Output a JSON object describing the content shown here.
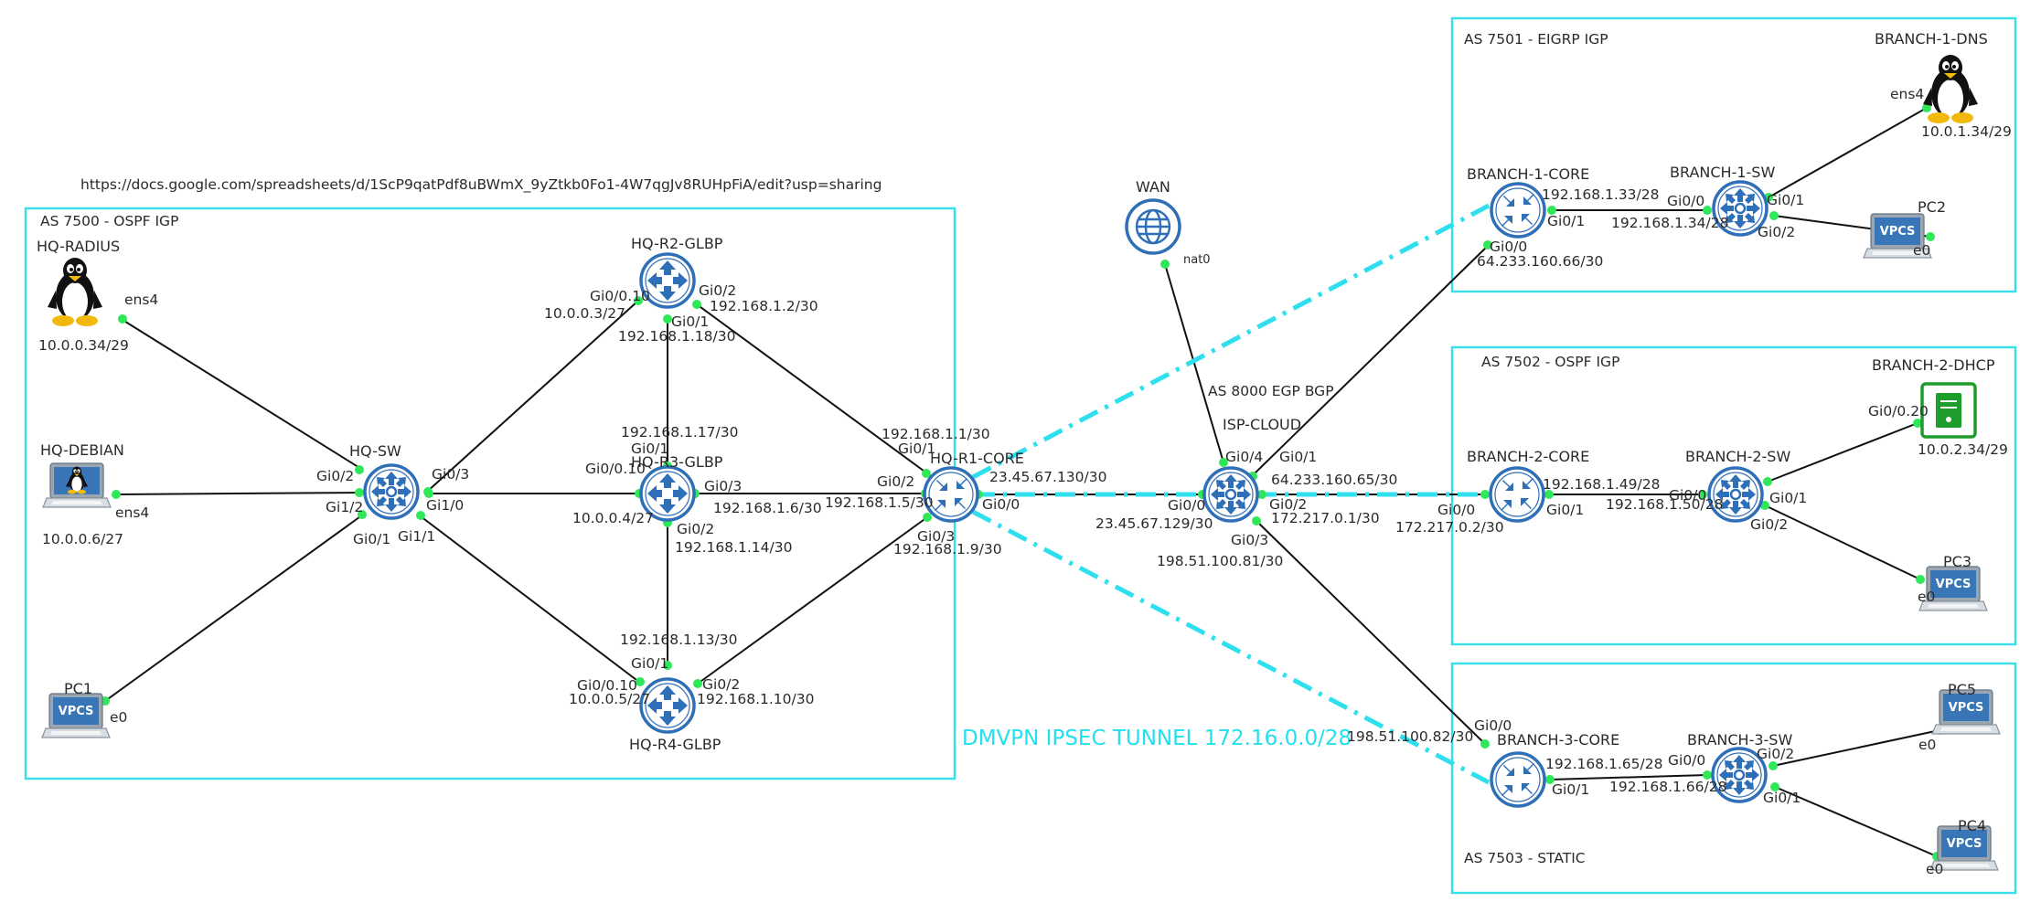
{
  "url": "https://docs.google.com/spreadsheets/d/1ScP9qatPdf8uBWmX_9yZtkb0Fo1-4W7qgJv8RUHpFiA/edit?usp=sharing",
  "tunnel_label": "DMVPN IPSEC TUNNEL 172.16.0.0/28",
  "areas": {
    "hq": "AS 7500 - OSPF IGP",
    "b1": "AS 7501 - EIGRP IGP",
    "b2": "AS 7502 - OSPF IGP",
    "b3": "AS 7503 - STATIC",
    "isp": "AS 8000 EGP BGP"
  },
  "nodes": {
    "hq_radius": "HQ-RADIUS",
    "hq_debian": "HQ-DEBIAN",
    "pc1": "PC1",
    "hq_sw": "HQ-SW",
    "hq_r2": "HQ-R2-GLBP",
    "hq_r3": "HQ-R3-GLBP",
    "hq_r4": "HQ-R4-GLBP",
    "hq_r1": "HQ-R1-CORE",
    "wan": "WAN",
    "isp": "ISP-CLOUD",
    "b1_core": "BRANCH-1-CORE",
    "b1_sw": "BRANCH-1-SW",
    "b1_dns": "BRANCH-1-DNS",
    "pc2": "PC2",
    "b2_core": "BRANCH-2-CORE",
    "b2_sw": "BRANCH-2-SW",
    "b2_dhcp": "BRANCH-2-DHCP",
    "pc3": "PC3",
    "b3_core": "BRANCH-3-CORE",
    "b3_sw": "BRANCH-3-SW",
    "pc4": "PC4",
    "pc5": "PC5",
    "vpcs": "VPCS"
  },
  "labels": {
    "radius_ens4": "ens4",
    "radius_ip": "10.0.0.34/29",
    "debian_ens4": "ens4",
    "debian_ip": "10.0.0.6/27",
    "pc1_e0": "e0",
    "sw_g02": "Gi0/2",
    "sw_g12": "Gi1/2",
    "sw_g01": "Gi0/1",
    "sw_g03": "Gi0/3",
    "sw_g10": "Gi1/0",
    "sw_g11": "Gi1/1",
    "r2_g010": "Gi0/0.10",
    "r2_ip1": "10.0.0.3/27",
    "r2_g02": "Gi0/2",
    "r2_ip2": "192.168.1.2/30",
    "r2_g01": "Gi0/1",
    "r2_ip3": "192.168.1.18/30",
    "r3_ip_up": "192.168.1.17/30",
    "r3_g01": "Gi0/1",
    "r3_g010": "Gi0/0.10",
    "r3_ip1": "10.0.0.4/27",
    "r3_g03": "Gi0/3",
    "r3_ip2": "192.168.1.6/30",
    "r3_g02": "Gi0/2",
    "r3_ip3": "192.168.1.14/30",
    "r4_ip_up": "192.168.1.13/30",
    "r4_g01": "Gi0/1",
    "r4_g010": "Gi0/0.10",
    "r4_ip1": "10.0.0.5/27",
    "r4_g02": "Gi0/2",
    "r4_ip2": "192.168.1.10/30",
    "r1_ip_r2": "192.168.1.1/30",
    "r1_g01": "Gi0/1",
    "r1_g02": "Gi0/2",
    "r1_ip_r3": "192.168.1.5/30",
    "r1_g03": "Gi0/3",
    "r1_ip_r4": "192.168.1.9/30",
    "r1_g00": "Gi0/0",
    "r1_wan_ip": "23.45.67.130/30",
    "wan_nat0": "nat0",
    "isp_g04": "Gi0/4",
    "isp_g01": "Gi0/1",
    "isp_g00": "Gi0/0",
    "isp_ip_r1": "23.45.67.129/30",
    "isp_ip_b1": "64.233.160.65/30",
    "isp_g02": "Gi0/2",
    "isp_ip_b2": "172.217.0.1/30",
    "isp_g03": "Gi0/3",
    "isp_ip_b3": "198.51.100.81/30",
    "b1c_ip_lan": "192.168.1.33/28",
    "b1c_g01": "Gi0/1",
    "b1c_g00": "Gi0/0",
    "b1c_ip_wan": "64.233.160.66/30",
    "b1sw_g00": "Gi0/0",
    "b1sw_ip": "192.168.1.34/28",
    "b1sw_g01": "Gi0/1",
    "b1sw_g02": "Gi0/2",
    "dns_ens4": "ens4",
    "dns_ip": "10.0.1.34/29",
    "pc2_e0": "e0",
    "b2c_g00": "Gi0/0",
    "b2c_ip_wan": "172.217.0.2/30",
    "b2c_ip_lan": "192.168.1.49/28",
    "b2c_g01": "Gi0/1",
    "b2sw_g00": "Gi0/0",
    "b2sw_ip": "192.168.1.50/28",
    "b2sw_g01": "Gi0/1",
    "b2sw_g02": "Gi0/2",
    "dhcp_g020": "Gi0/0.20",
    "dhcp_ip": "10.0.2.34/29",
    "pc3_e0": "e0",
    "b3c_g00": "Gi0/0",
    "b3c_ip_wan": "198.51.100.82/30",
    "b3c_ip_lan": "192.168.1.65/28",
    "b3c_g01": "Gi0/1",
    "b3sw_g00": "Gi0/0",
    "b3sw_ip": "192.168.1.66/28",
    "b3sw_g02": "Gi0/2",
    "b3sw_g01": "Gi0/1",
    "pc5_e0": "e0",
    "pc4_e0": "e0"
  },
  "colors": {
    "area_border": "#36e0ea",
    "tunnel": "#2ee0ee",
    "router": "#2f6fb8",
    "link_dot": "#2ee85a"
  },
  "icons": [
    "router-icon",
    "multilayer-switch-icon",
    "linux-tux-icon",
    "debian-laptop-icon",
    "vpcs-laptop-icon",
    "globe-icon",
    "server-icon"
  ]
}
